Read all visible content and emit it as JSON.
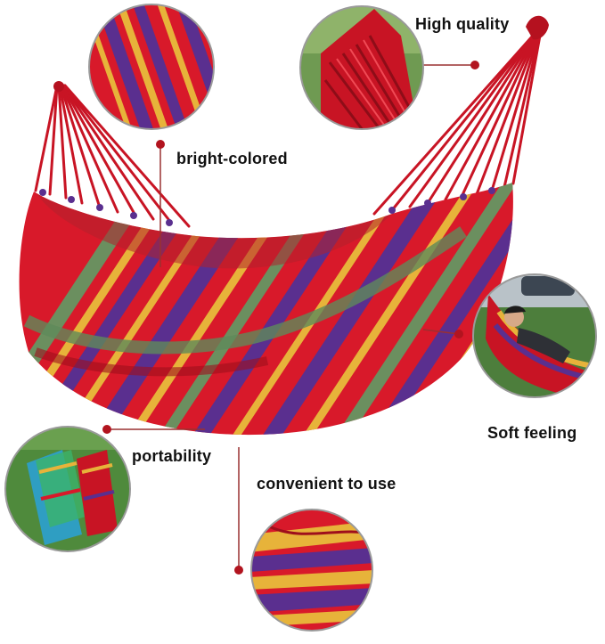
{
  "product": "hammock",
  "colors": {
    "red": "#d8192a",
    "dark_red": "#9e0f1c",
    "purple": "#5a2f8f",
    "yellow": "#e7b33a",
    "green": "#5f8a5a",
    "leader_line": "#9a3030",
    "leader_dot": "#b2141f"
  },
  "callouts": {
    "high_quality": {
      "label": "High quality",
      "icon": "rope-tassel-closeup"
    },
    "bright_colored": {
      "label": "bright-colored",
      "icon": "striped-fabric-closeup"
    },
    "soft_feeling": {
      "label": "Soft feeling",
      "icon": "person-lying-in-hammock-photo"
    },
    "portability": {
      "label": "portability",
      "icon": "packed-hammock-bags-photo"
    },
    "convenient_to_use": {
      "label": "convenient to use",
      "icon": "folded-fabric-closeup"
    }
  }
}
